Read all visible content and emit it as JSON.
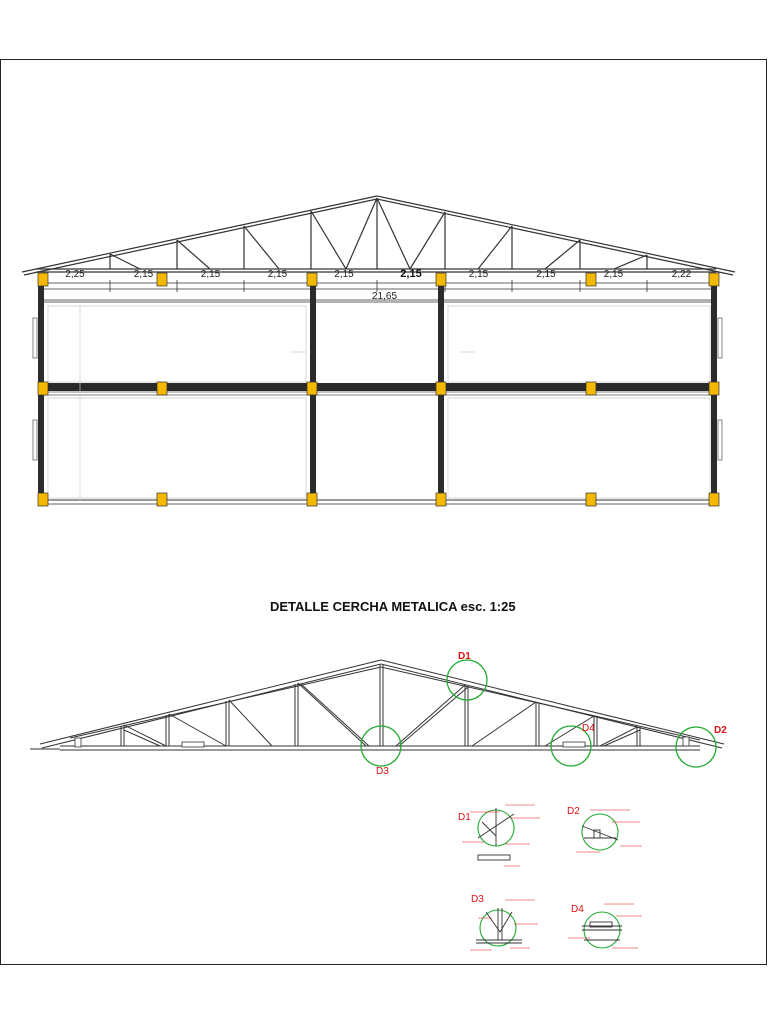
{
  "elevation": {
    "span_labels": [
      "2,25",
      "2,15",
      "2,15",
      "2,15",
      "2,15",
      "2,15",
      "2,15",
      "2,15",
      "2,15",
      "2,22"
    ],
    "bold_span_index": 5,
    "total_label": "21,65"
  },
  "truss_detail": {
    "title": "DETALLE CERCHA METALICA esc. 1:25",
    "callouts": [
      "D1",
      "D2",
      "D3",
      "D4"
    ]
  },
  "detail_sheets": {
    "labels": [
      "D1",
      "D2",
      "D3",
      "D4"
    ]
  },
  "colors": {
    "column_cap": "#f5b800",
    "detail_red": "#e01010",
    "detail_circle": "#22aa33",
    "line": "#222222"
  }
}
